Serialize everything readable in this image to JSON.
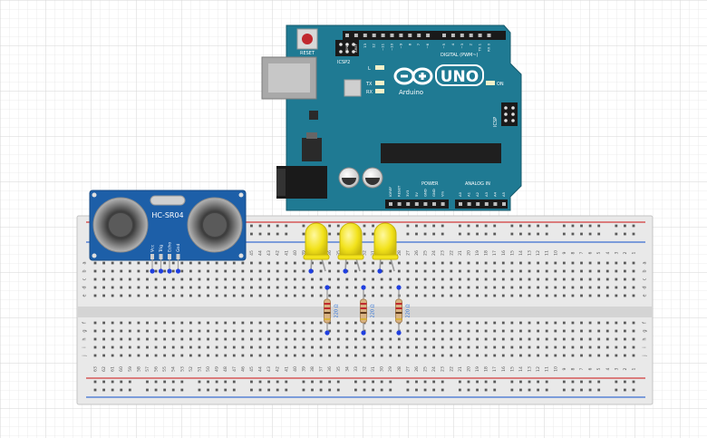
{
  "arduino": {
    "brand": "UNO",
    "maker": "Arduino",
    "reset_label": "RESET",
    "icsp2_label": "ICSP2",
    "icsp_label": "ICSP",
    "digital_label": "DIGITAL (PWM~)",
    "aref_label": "AREF",
    "gnd_label": "GND",
    "digital_pins": [
      "13",
      "12",
      "~11",
      "~10",
      "~9",
      "8",
      "7",
      "~6",
      "~5",
      "4",
      "~3",
      "2",
      "TX 1",
      "RX 0"
    ],
    "led_l": "L",
    "led_tx": "TX",
    "led_rx": "RX",
    "on_label": "ON",
    "power_label": "POWER",
    "analog_label": "ANALOG IN",
    "power_pins": [
      "IOREF",
      "RESET",
      "3V3",
      "5V",
      "GND",
      "GND",
      "Vin"
    ],
    "analog_pins": [
      "A0",
      "A1",
      "A2",
      "A3",
      "A4",
      "A5"
    ]
  },
  "sensor": {
    "model": "HC-SR04",
    "pins": [
      "Vcc",
      "Trig",
      "Echo",
      "Gnd"
    ]
  },
  "breadboard": {
    "row_letters_top": [
      "a",
      "b",
      "c",
      "d",
      "e"
    ],
    "row_letters_bottom": [
      "f",
      "g",
      "h",
      "i",
      "j"
    ],
    "column_count": 63
  },
  "resistors": [
    {
      "label": "220 Ω"
    },
    {
      "label": "220 Ω"
    },
    {
      "label": "220 Ω"
    }
  ],
  "colors": {
    "board": "#1f7a93",
    "sensor": "#1d5fa8",
    "led": "#f2e21a",
    "wire_end": "#1f3fe0",
    "rail_red": "#d23b3b",
    "rail_blue": "#3b6fd2"
  }
}
